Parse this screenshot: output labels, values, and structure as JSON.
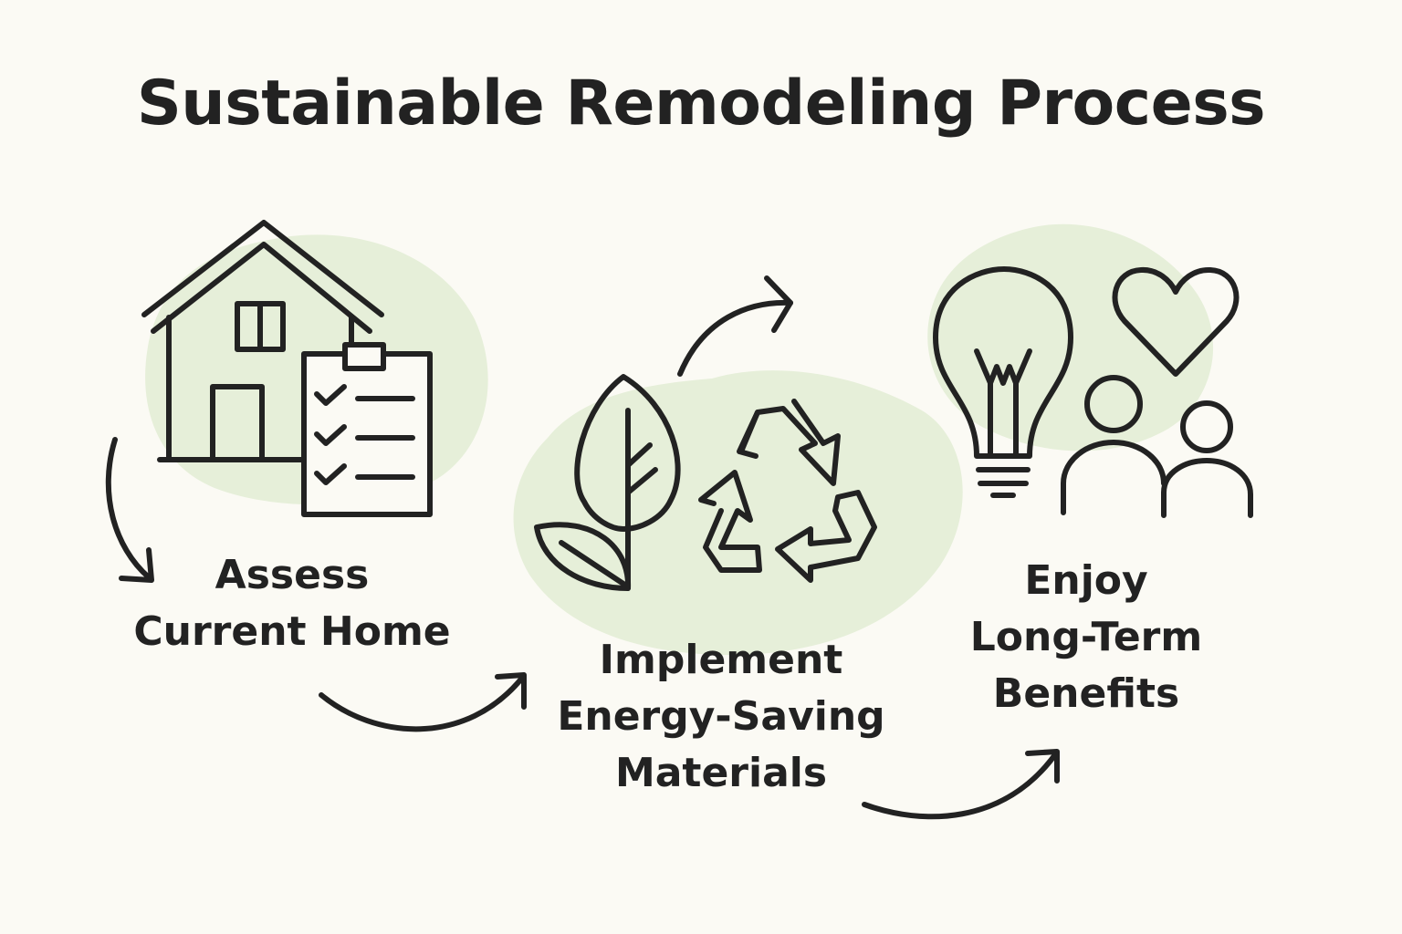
{
  "title": "Sustainable Remodeling Process",
  "colors": {
    "background": "#fbfaf4",
    "blob": "#e6efd9",
    "stroke": "#222222"
  },
  "steps": [
    {
      "lines": [
        "Assess",
        "Current Home"
      ],
      "icons": [
        "house-icon",
        "checklist-icon"
      ]
    },
    {
      "lines": [
        "Implement",
        "Energy-Saving",
        "Materials"
      ],
      "icons": [
        "leaf-plant-icon",
        "recycle-icon"
      ]
    },
    {
      "lines": [
        "Enjoy",
        "Long-Term",
        "Benefits"
      ],
      "icons": [
        "lightbulb-icon",
        "heart-icon",
        "people-icon"
      ]
    }
  ],
  "connectors": [
    "curved-arrow",
    "curved-arrow",
    "curved-arrow",
    "curved-arrow"
  ]
}
